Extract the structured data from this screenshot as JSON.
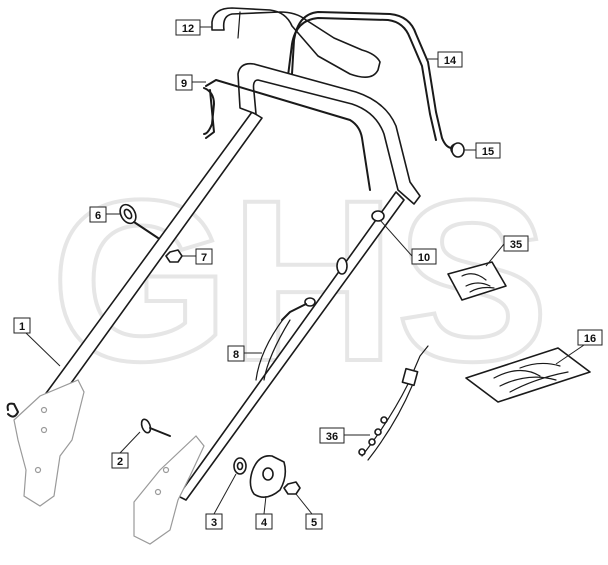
{
  "diagram": {
    "watermark": "GHS",
    "callouts": {
      "c1": "1",
      "c2": "2",
      "c3": "3",
      "c4": "4",
      "c5": "5",
      "c6": "6",
      "c7": "7",
      "c8": "8",
      "c9": "9",
      "c10": "10",
      "c12": "12",
      "c14": "14",
      "c15": "15",
      "c16": "16",
      "c35": "35",
      "c36": "36"
    }
  }
}
